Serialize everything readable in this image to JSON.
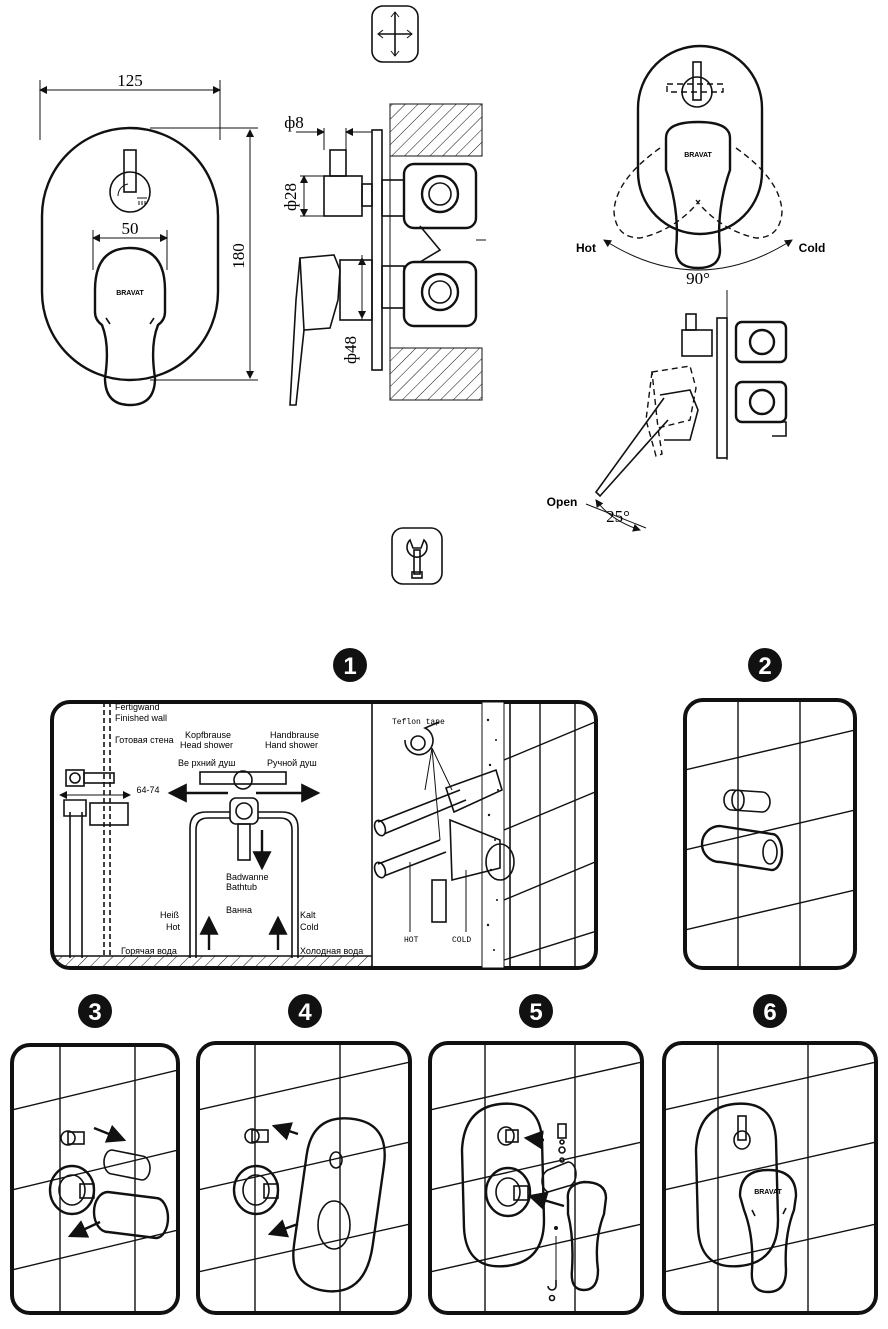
{
  "technical_drawing": {
    "front_view": {
      "width_label": "125",
      "height_label": "180",
      "lever_width_label": "50",
      "brand_text": "BRAVAT"
    },
    "side_view": {
      "spindle_diameter_label": "ф8",
      "diverter_diameter_label": "ф28",
      "handle_diameter_label": "ф48"
    },
    "rotation_view": {
      "hot_label": "Hot",
      "cold_label": "Cold",
      "angle_label": "90°",
      "brand_text": "BRAVAT"
    },
    "open_view": {
      "open_label": "Open",
      "angle_label": "25°"
    }
  },
  "steps": [
    {
      "number": "1"
    },
    {
      "number": "2"
    },
    {
      "number": "3"
    },
    {
      "number": "4"
    },
    {
      "number": "5"
    },
    {
      "number": "6"
    }
  ],
  "step1": {
    "finished_wall_de": "Fertigwand",
    "finished_wall_en": "Finished wall",
    "finished_wall_ru": "Готовая стена",
    "head_shower_de": "Kopfbrause",
    "head_shower_en": "Head shower",
    "head_shower_ru": "Ве рхний душ",
    "hand_shower_de": "Handbrause",
    "hand_shower_en": "Hand shower",
    "hand_shower_ru": "Ручной душ",
    "depth_label": "64-74",
    "bathtub_de": "Badwanne",
    "bathtub_en": "Bathtub",
    "bathtub_ru": "Ванна",
    "hot_de": "Heiß",
    "hot_en": "Hot",
    "hot_ru": "Горячая вода",
    "cold_de": "Kalt",
    "cold_en": "Cold",
    "cold_ru": "Холодная вода",
    "teflon_label": "Teflon tape",
    "pipe_hot": "HOT",
    "pipe_cold": "COLD"
  },
  "step6": {
    "brand_text": "BRAVAT"
  }
}
